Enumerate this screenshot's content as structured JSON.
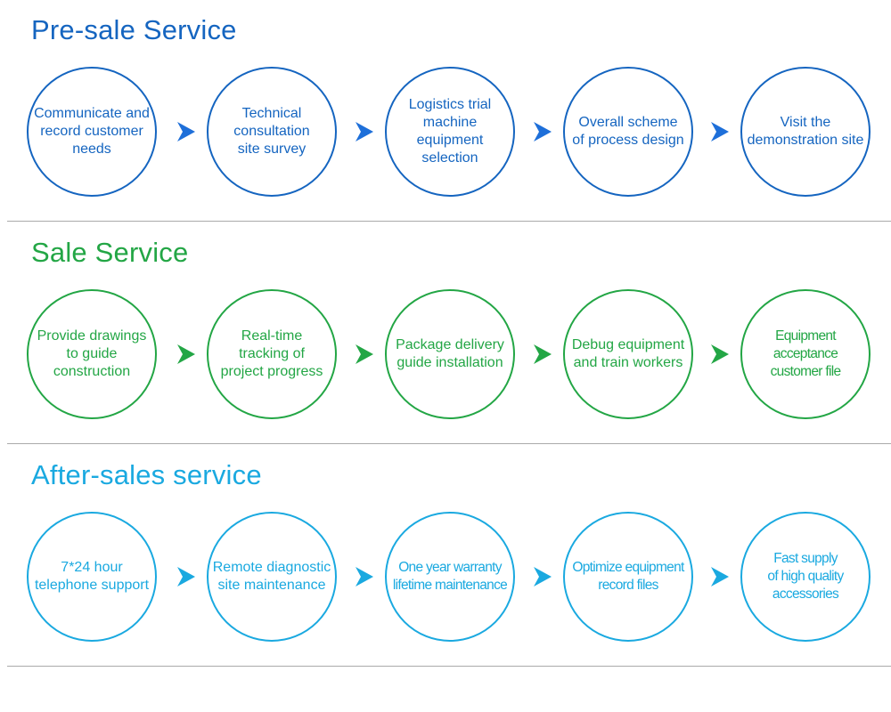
{
  "sections": [
    {
      "title": "Pre-sale Service",
      "color": "#1565c0",
      "arrow_color": "#1e6fd9",
      "steps": [
        "Communicate and\nrecord customer\nneeds",
        "Technical\nconsultation\nsite survey",
        "Logistics trial\nmachine equipment\nselection",
        "Overall scheme\nof process design",
        "Visit the\ndemonstration site"
      ]
    },
    {
      "title": "Sale Service",
      "color": "#23a645",
      "arrow_color": "#23a645",
      "steps": [
        "Provide drawings\nto guide\nconstruction",
        "Real-time\ntracking of\nproject progress",
        "Package delivery\nguide installation",
        "Debug equipment\nand train workers",
        "Equipment acceptance\ncustomer file"
      ]
    },
    {
      "title": "After-sales service",
      "color": "#1aa9e0",
      "arrow_color": "#1aa9e0",
      "steps": [
        "7*24 hour\ntelephone support",
        "Remote diagnostic\nsite maintenance",
        "One year warranty\nlifetime maintenance",
        "Optimize equipment\nrecord files",
        "Fast supply\nof high quality\naccessories"
      ]
    }
  ]
}
